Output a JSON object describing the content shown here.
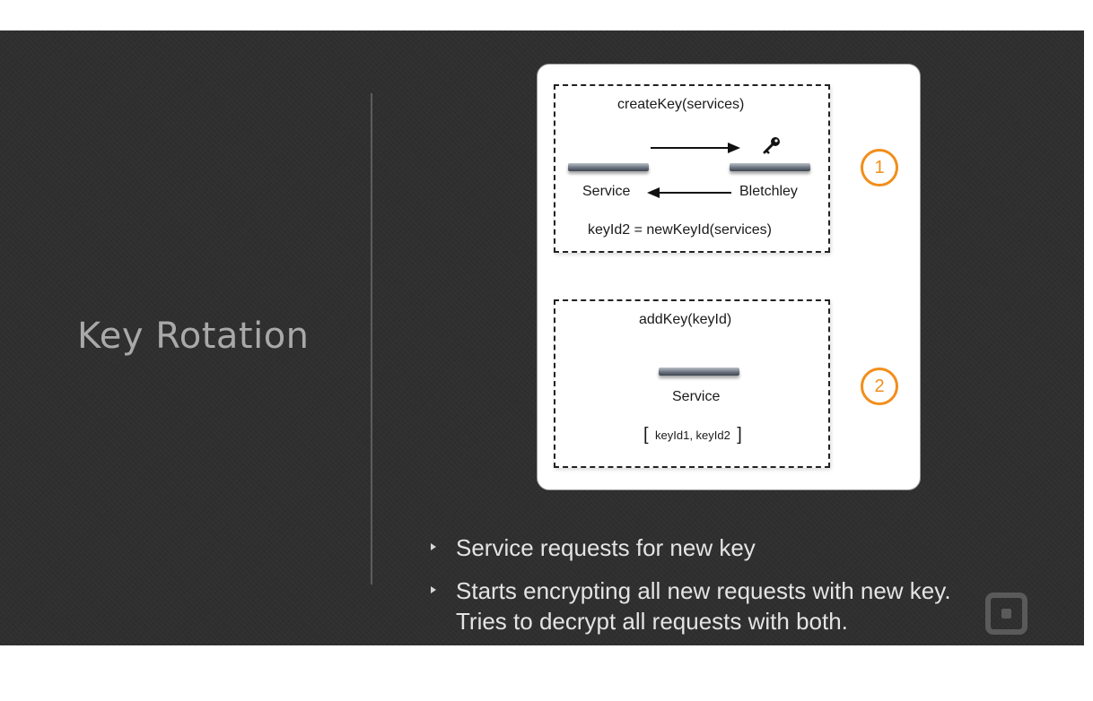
{
  "slide": {
    "title": "Key Rotation"
  },
  "diagram": {
    "step1": {
      "badge": "1",
      "call": "createKey(services)",
      "service_label": "Service",
      "bletchley_label": "Bletchley",
      "result": "keyId2 = newKeyId(services)",
      "key_icon": "key-icon"
    },
    "step2": {
      "badge": "2",
      "call": "addKey(keyId)",
      "service_label": "Service",
      "keys_open": "[",
      "keys_list": "keyId1, keyId2",
      "keys_close": "]"
    },
    "accent_color": "#f28e1b"
  },
  "bullets": [
    {
      "text": "Service requests for new key"
    },
    {
      "text": "Starts encrypting all new requests with new key. Tries to decrypt all requests with both."
    }
  ],
  "logo": {
    "icon": "square-logo-icon"
  }
}
